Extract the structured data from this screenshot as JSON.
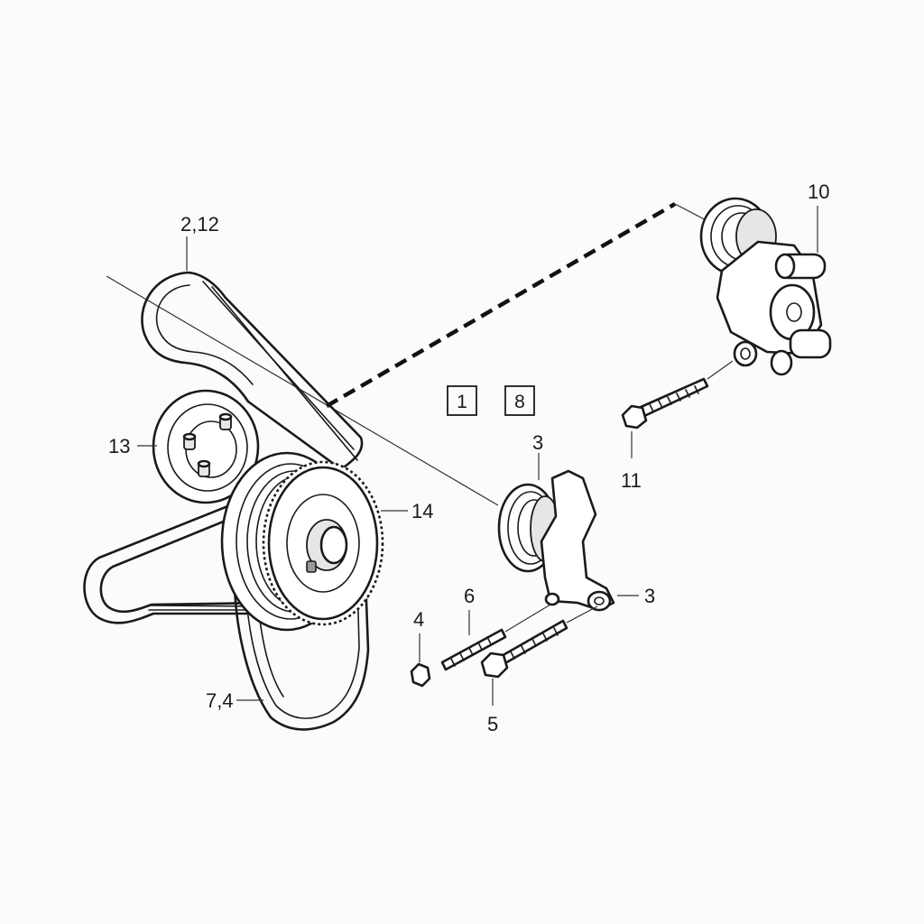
{
  "diagram": {
    "callouts": {
      "belt": "2,12",
      "idler_pulley": "13",
      "crankshaft_pulley": "14",
      "belt_lower": "7,4",
      "tensioner_unit": "10",
      "tensioner_bolt": "11",
      "idler_bracket_top": "3",
      "idler_bracket_right": "3",
      "bracket_bolt": "6",
      "nut": "4",
      "bracket_bolt_lower": "5"
    },
    "boxed_labels": [
      "1",
      "8"
    ]
  }
}
